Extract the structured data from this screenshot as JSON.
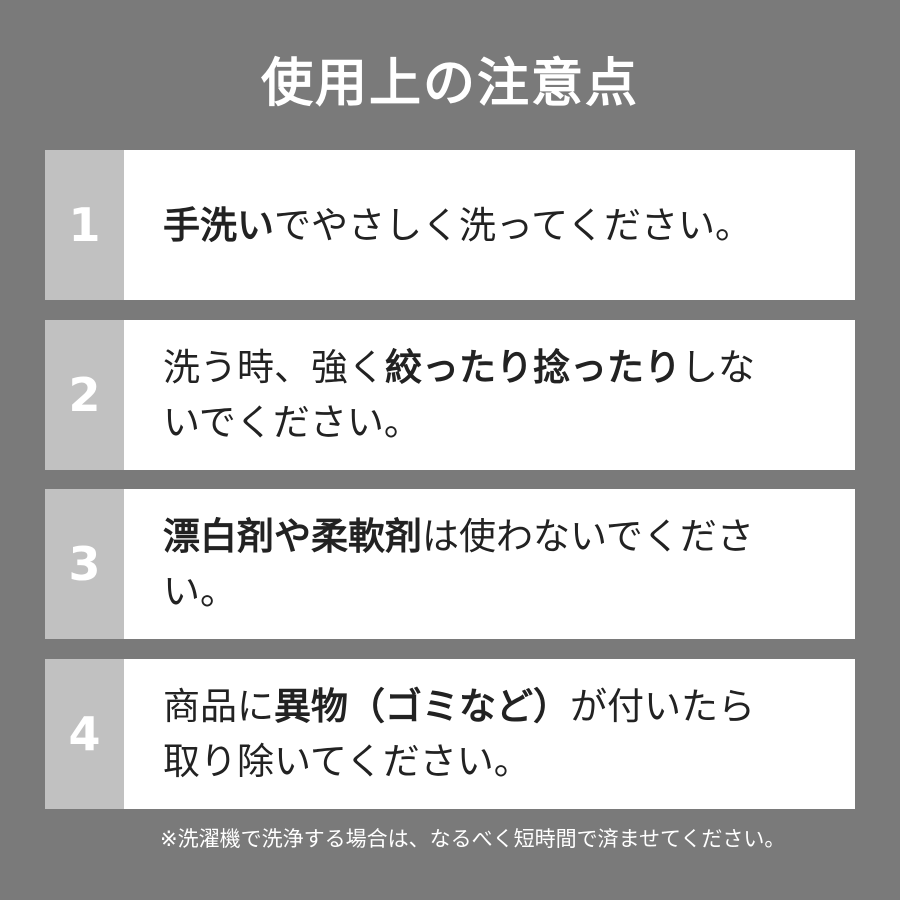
{
  "title": "使用上の注意点",
  "colors": {
    "background": "#7a7a7a",
    "card": "#ffffff",
    "number_column": "#c1c1c1",
    "text": "#222222",
    "title_text": "#ffffff"
  },
  "items": [
    {
      "number": "1",
      "segments": [
        {
          "text": "手洗い",
          "bold": true
        },
        {
          "text": "でやさしく洗ってください。",
          "bold": false
        }
      ]
    },
    {
      "number": "2",
      "segments": [
        {
          "text": "洗う時、強く",
          "bold": false
        },
        {
          "text": "絞ったり捻ったり",
          "bold": true
        },
        {
          "text": "しないでください。",
          "bold": false
        }
      ]
    },
    {
      "number": "3",
      "segments": [
        {
          "text": "漂白剤や柔軟剤",
          "bold": true
        },
        {
          "text": "は使わないでください。",
          "bold": false
        }
      ]
    },
    {
      "number": "4",
      "segments": [
        {
          "text": "商品に",
          "bold": false
        },
        {
          "text": "異物（ゴミなど）",
          "bold": true
        },
        {
          "text": "が付いたら取り除いてください。",
          "bold": false
        }
      ]
    }
  ],
  "footnote": "※洗濯機で洗浄する場合は、なるべく短時間で済ませてください。"
}
